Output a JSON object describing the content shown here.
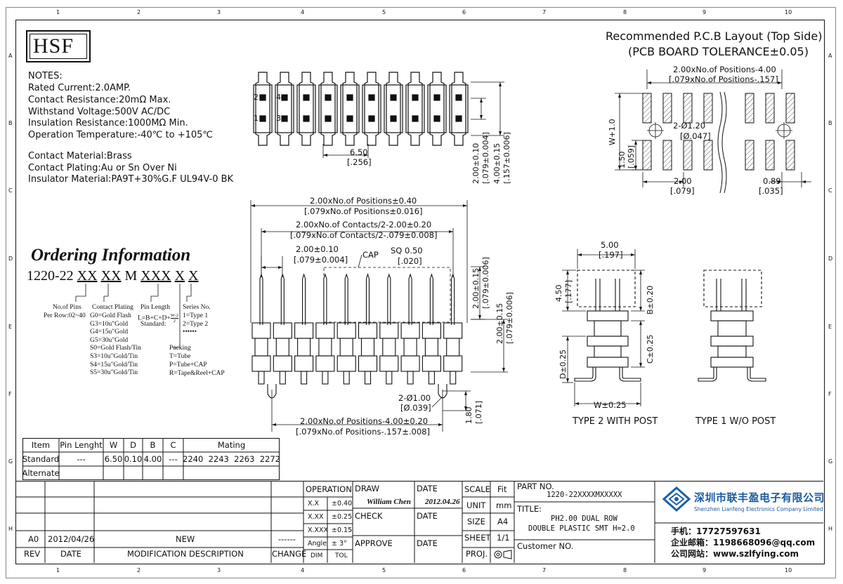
{
  "frame": {
    "top_numbers": [
      "1",
      "2",
      "3",
      "4",
      "5",
      "6",
      "7",
      "8",
      "9",
      "10"
    ],
    "side_letters": [
      "A",
      "B",
      "C",
      "D",
      "E",
      "F",
      "G",
      "H"
    ]
  },
  "logo": "HSF",
  "notes": {
    "heading": "NOTES:",
    "lines": [
      "Rated Current:2.0AMP.",
      "Contact Resistance:20mΩ Max.",
      "Withstand Voltage:500V AC/DC",
      "Insulation Resistance:1000MΩ Min.",
      "Operation Temperature:-40℃ to +105℃",
      "Contact Material:Brass",
      "Contact Plating:Au or Sn Over Ni",
      "Insulator Material:PA9T+30%G.F UL94V-0 BK"
    ]
  },
  "pcb_layout": {
    "title1": "Recommended P.C.B Layout (Top Side)",
    "title2": "(PCB BOARD TOLERANCE±0.05)",
    "dim_top_mm": "2.00xNo.of Positions-4.00",
    "dim_top_in": "[.079xNo.of Positions-.157]",
    "hole_mm": "2-Ø1.20",
    "hole_in": "[Ø.047]",
    "w_dim": "W+1.0",
    "h_mm": "1.50",
    "h_in": "[.059]",
    "pitch_mm": "2.00",
    "pitch_in": "[.079]",
    "pad_mm": "0.89",
    "pad_in": "[.035]"
  },
  "top_view": {
    "pin_labels": [
      "2",
      "4",
      "1",
      "3"
    ],
    "d1_mm": "6.50",
    "d1_in": "[.256]",
    "v1": "2.00±0.10",
    "v1_in": "[.079±0.004]",
    "v2": "4.00±0.15",
    "v2_in": "[.157±0.006]"
  },
  "side_view": {
    "d_pos_mm": "2.00xNo.of Positions±0.40",
    "d_pos_in": "[.079xNo.of Positions±0.016]",
    "d_con_mm": "2.00xNo.of Contacts/2-2.00±0.20",
    "d_con_in": "[.079xNo.of Contacts/2-.079±0.008]",
    "d_pitch_mm": "2.00±0.10",
    "d_pitch_in": "[.079±0.004]",
    "cap": "CAP",
    "sq_mm": "SQ 0.50",
    "sq_in": "[.020]",
    "v_a": "2.00±0.15",
    "v_a_in": "[.079±0.006]",
    "v_b": "2.00±0.15",
    "v_b_in": "[.079±0.006]",
    "post_mm": "2-Ø1.00",
    "post_in": "[Ø.039]",
    "post_h_mm": "1.80",
    "post_h_in": "[.071]",
    "d_bot_mm": "2.00xNo.of Positions-4.00±0.20",
    "d_bot_in": "[.079xNo.of Positions-.157±.008]"
  },
  "end_views": {
    "w5_mm": "5.00",
    "w5_in": "[.197]",
    "h450_mm": "4.50",
    "h450_in": "[.177]",
    "b_dim": "B±0.20",
    "c_dim": "C±0.25",
    "d_dim": "D±0.25",
    "w_dim": "W±0.25",
    "type2": "TYPE 2 WITH POST",
    "type1": "TYPE 1 W/O POST"
  },
  "ordering": {
    "title": "Ordering Information",
    "code_prefix": "1220-22",
    "code_parts": [
      "XX",
      "XX",
      "M",
      "XXX",
      "X",
      "X"
    ],
    "pins_title": "No.of Pins",
    "pins_range": "Per Row:02~40",
    "plating_title": "Contact Plating",
    "plating": [
      "G0=Gold Flash",
      "G3=10u\"Gold",
      "G4=15u\"Gold",
      "G5=30u\"Gold",
      "S0=Gold Flash/Tin",
      "S3=10u\"Gold/Tin",
      "S4=15u\"Gold/Tin",
      "S5=30u\"Gold/Tin"
    ],
    "length_title": "Pin Length",
    "length_formula": "L=B+C+D+",
    "length_frac": "W-2",
    "length_frac_den": "2",
    "length_std": "Standard:",
    "series_title": "Series No.",
    "series": [
      "1=Type 1",
      "2=Type 2",
      "••••••"
    ],
    "packing_title": "Packing",
    "packing": [
      "T=Tube",
      "P=Tube+CAP",
      "R=Tape&Reel+CAP"
    ]
  },
  "spec_table": {
    "headers": [
      "Item",
      "Pin Lenght",
      "W",
      "D",
      "B",
      "C",
      "Mating"
    ],
    "rows": [
      [
        "Standard",
        "---",
        "6.50",
        "0.10",
        "4.00",
        "---",
        "2240  2243  2263  2272"
      ],
      [
        "Alternate",
        "",
        "",
        "",
        "",
        "",
        ""
      ]
    ]
  },
  "title_block": {
    "rev": "REV",
    "date": "DATE",
    "mod_desc": "MODIFICATION  DESCRIPTION",
    "change": "CHANGE",
    "rev_a0": "A0",
    "rev_a0_date": "2012/04/26",
    "rev_a0_desc": "NEW",
    "rev_a0_change": "------",
    "operation": "OPERATION",
    "tol_rows": [
      [
        "X.X",
        "±0.40"
      ],
      [
        "X.XX",
        "±0.25"
      ],
      [
        "X.XXX",
        "±0.15"
      ],
      [
        "Angle",
        "±  3°"
      ]
    ],
    "dim": "DIM",
    "tol": "TOL",
    "draw": "DRAW",
    "drawer": "William Chen",
    "check": "CHECK",
    "approve": "APPROVE",
    "date_label": "DATE",
    "draw_date": "2012.04.26",
    "scale": "SCALE",
    "fit": "Fit",
    "unit": "UNIT",
    "mm": "mm",
    "size": "SIZE",
    "a4": "A4",
    "sheet": "SHEET",
    "sheet_val": "1/1",
    "proj": "PROJ.",
    "part_no_label": "PART  NO.",
    "part_no": "1220-22XXXXMXXXXX",
    "title_label": "TITLE:",
    "title_1": "PH2.00 DUAL ROW",
    "title_2": "DOUBLE PLASTIC SMT H=2.0",
    "customer": "Customer NO.",
    "company_cn": "深圳市联丰盈电子有限公司",
    "company_en": "Shenzhen Lianfeng Electronics Company Limited",
    "phone": "手机：17727597631",
    "email": "企业邮箱：1198668096@qq.com",
    "site": "公司网站：www.szlfying.com"
  },
  "colors": {
    "line": "#111111",
    "hatch": "#555555",
    "logo_blue": "#1b5fa6",
    "company_blue": "#1a5aa0"
  }
}
